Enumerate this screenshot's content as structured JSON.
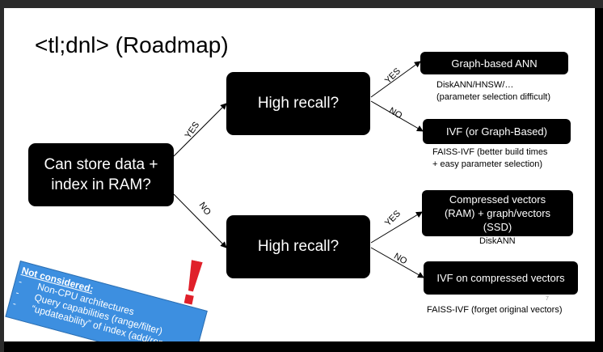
{
  "title": "<tl;dnl> (Roadmap)",
  "root": {
    "line1": "Can store data +",
    "line2": "index in RAM?"
  },
  "question_top": "High recall?",
  "question_bottom": "High recall?",
  "edges": {
    "root_yes": "YES",
    "root_no": "NO",
    "top_yes": "YES",
    "top_no": "NO",
    "bottom_yes": "YES",
    "bottom_no": "NO"
  },
  "leaves": {
    "graph_ann": "Graph-based ANN",
    "ivf_graph": "IVF (or Graph-Based)",
    "compressed": {
      "line1": "Compressed vectors",
      "line2": "(RAM) + graph/vectors",
      "line3": "(SSD)"
    },
    "ivf_compressed": "IVF on compressed vectors"
  },
  "notes": {
    "graph_ann": {
      "line1": "DiskANN/HNSW/…",
      "line2": "(parameter selection difficult)"
    },
    "ivf_graph": {
      "line1": "FAISS-IVF (better build times",
      "line2": "+ easy parameter selection)"
    },
    "compressed": "DiskANN",
    "ivf_compressed": "FAISS-IVF (forget original vectors)"
  },
  "page_number": "7",
  "callout": {
    "heading": "Not considered:",
    "items": [
      "Non-CPU architectures",
      "Query capabilities (range/filter)",
      "“updateability” of index (add/remove)"
    ],
    "bullet": "-"
  },
  "colors": {
    "box": "#000000",
    "callout": "#3d8fe0",
    "exclaim": "#e0202a"
  },
  "icons": {
    "exclaim": "exclamation-mark-icon"
  }
}
